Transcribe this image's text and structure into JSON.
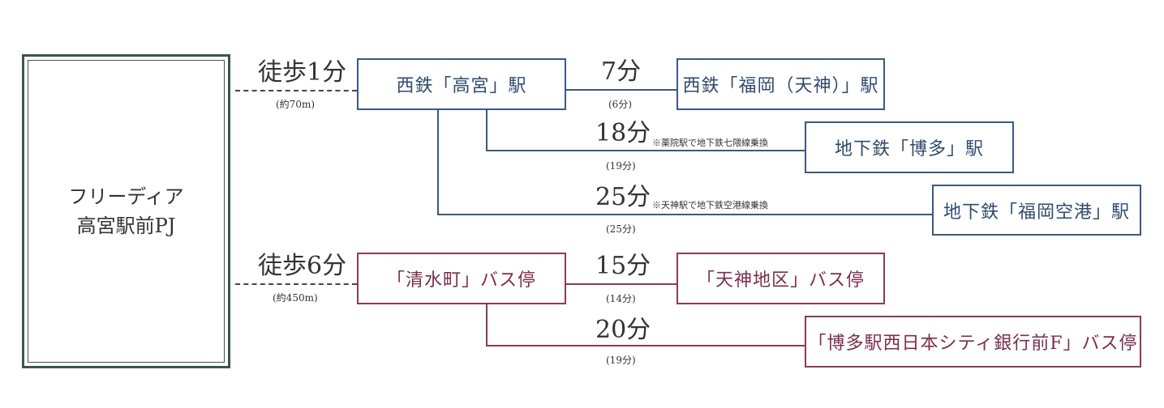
{
  "property": {
    "line1": "フリーディア",
    "line2": "高宮駅前PJ"
  },
  "walks": [
    {
      "label": "徒歩1分",
      "sub": "(約70m)"
    },
    {
      "label": "徒歩6分",
      "sub": "(約450m)"
    }
  ],
  "stations": {
    "takamiya": "西鉄「高宮」駅",
    "fukuoka_tenjin": "西鉄「福岡（天神）」駅",
    "hakata": "地下鉄「博多」駅",
    "fukuoka_airport": "地下鉄「福岡空港」駅"
  },
  "bus_stops": {
    "shimizumachi": "「清水町」バス停",
    "tenjin_chiku": "「天神地区」バス停",
    "hakata_nishinihon": "「博多駅西日本シティ銀行前F」バス停"
  },
  "routes": {
    "r1": {
      "time": "7分",
      "sub": "(6分)"
    },
    "r2": {
      "time": "18分",
      "note": "※薬院駅で地下鉄七隈線乗換",
      "sub": "(19分)"
    },
    "r3": {
      "time": "25分",
      "note": "※天神駅で地下鉄空港線乗換",
      "sub": "(25分)"
    },
    "r4": {
      "time": "15分",
      "sub": "(14分)"
    },
    "r5": {
      "time": "20分",
      "sub": "(19分)"
    }
  },
  "colors": {
    "rail": "#3a5a80",
    "bus": "#8a3b56",
    "property_border": "#3d5550"
  }
}
